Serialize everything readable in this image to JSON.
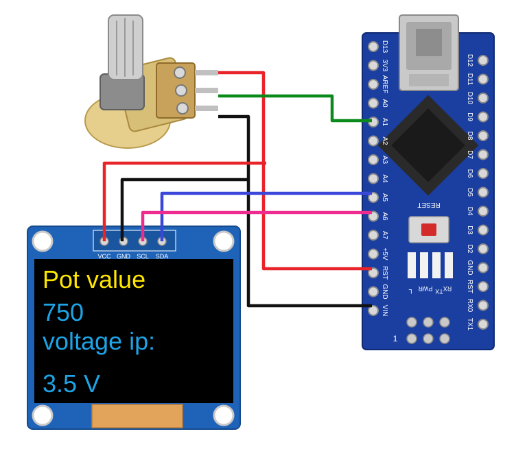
{
  "oled": {
    "pin_labels": [
      "VCC",
      "GND",
      "SCL",
      "SDA"
    ],
    "lines": [
      "Pot value",
      "750",
      "voltage ip:",
      "3.5 V"
    ],
    "line_colors": [
      "#ffe600",
      "#1ea4e6",
      "#1ea4e6",
      "#1ea4e6"
    ]
  },
  "nano": {
    "left_pins": [
      "D13",
      "3V3",
      "AREF",
      "A0",
      "A1",
      "A2",
      "A3",
      "A4",
      "A5",
      "A6",
      "A7",
      "+5V",
      "RST",
      "GND",
      "VIN"
    ],
    "right_pins": [
      "D12",
      "D11",
      "D10",
      "D9",
      "D8",
      "D7",
      "D6",
      "D5",
      "D4",
      "D3",
      "D2",
      "GND",
      "RST",
      "RX0",
      "TX1"
    ],
    "reset_label": "RESET",
    "led_labels": [
      "PWR",
      "TX",
      "RX",
      "L"
    ],
    "icsp_label": "1"
  },
  "wire_colors": {
    "red": "#e8232a",
    "black": "#111111",
    "green": "#0a8a1a",
    "blue": "#3a47d9",
    "magenta": "#ee2b8e"
  }
}
